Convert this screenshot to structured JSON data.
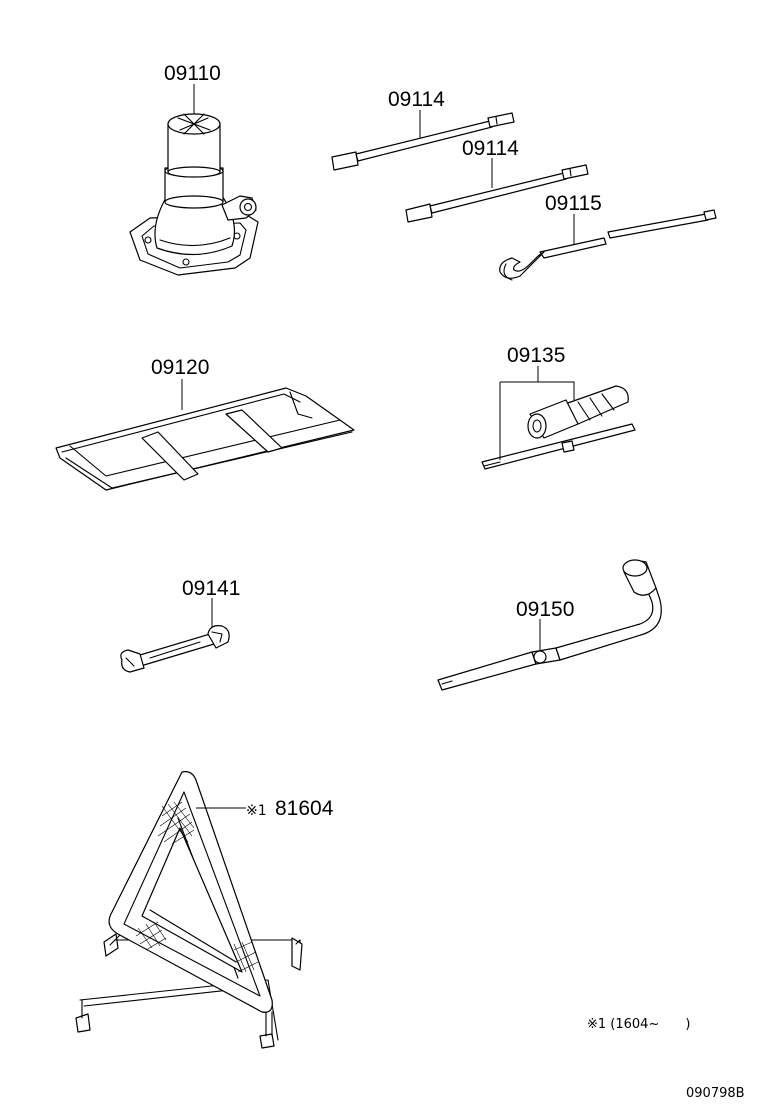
{
  "parts": {
    "jack": "09110",
    "jack_handle_a": "09114",
    "jack_handle_b": "09114",
    "jack_handle_hook": "09115",
    "tool_bag": "09120",
    "screwdriver": "09135",
    "wrench": "09141",
    "wheel_nut_wrench": "09150"
  },
  "triangle": {
    "mark": "※1",
    "part": "81604"
  },
  "footnote": "※1 (1604~　　)",
  "reference": "090798B"
}
